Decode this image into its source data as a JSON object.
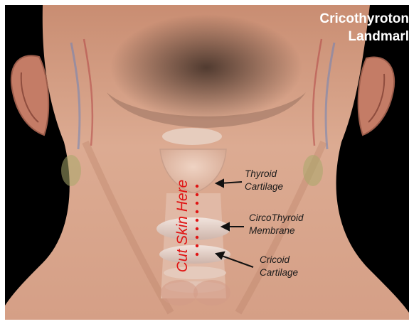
{
  "title": {
    "line1": "Cricothyroton",
    "line2": "Landmarl"
  },
  "incision_label": "Cut Skin Here",
  "labels": {
    "thyroid": {
      "line1": "Thyroid",
      "line2": "Cartilage"
    },
    "cricothyroid": {
      "line1": "CircoThyroid",
      "line2": "Membrane"
    },
    "cricoid": {
      "line1": "Cricoid",
      "line2": "Cartilage"
    }
  },
  "colors": {
    "background": "#000000",
    "frame": "#ffffff",
    "skin": "#d9a48c",
    "incision": "#e01414",
    "title_text": "#ffffff",
    "label_text": "#1a1a1a"
  }
}
